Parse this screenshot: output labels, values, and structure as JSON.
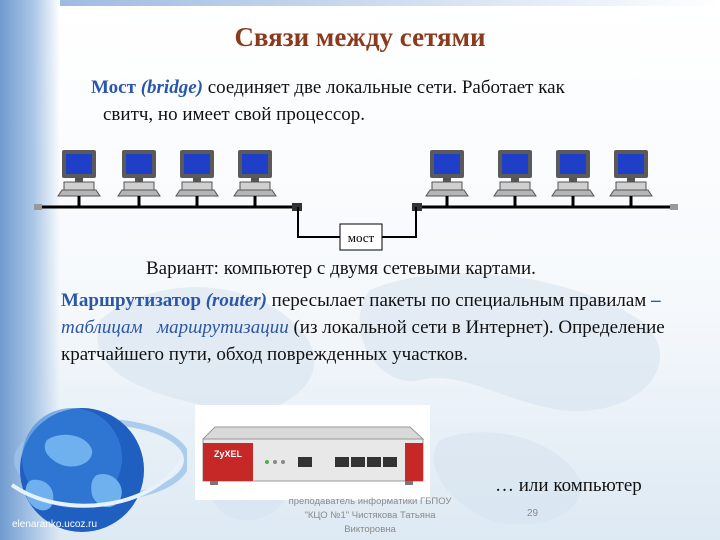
{
  "slide": {
    "title": "Связи между сетями",
    "bridge": {
      "term": "Мост",
      "term_en": "(bridge)",
      "text_line1": " соединяет две локальные сети. Работает как",
      "text_line2": "свитч, но имеет свой процессор."
    },
    "diagram": {
      "bridge_label": "мост"
    },
    "variant_text": "Вариант: компьютер с двумя сетевыми картами.",
    "router": {
      "term": "Маршрутизатор",
      "term_en": "(router)",
      "text_a": " пересылает пакеты по специальным правилам ",
      "dash": "–",
      "table_word": "таблицам",
      "routing_word": "маршрутизации",
      "text_b": " (из локальной сети в Интернет). Определение кратчайшего пути, обход поврежденных участков."
    },
    "router_brand": "ZyXEL",
    "alt_text": "… или компьютер",
    "site": "elenaranko.ucoz.ru",
    "footer": "преподаватель информатики ГБПОУ \"КЦО №1\" Чистякова Татьяна Викторовна",
    "page_number": "29"
  },
  "colors": {
    "title": "#8b3a1d",
    "keyword": "#2b57a8",
    "screen": "#1f3fc8"
  }
}
